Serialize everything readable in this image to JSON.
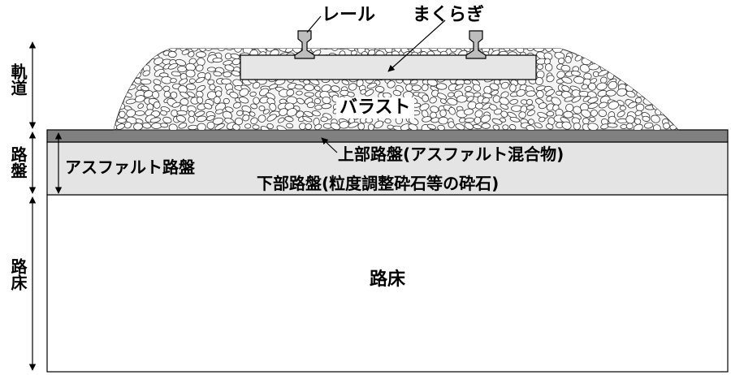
{
  "labels": {
    "rail": "レール",
    "sleeper": "まくらぎ",
    "ballast": "バラスト",
    "upper_roadbed": "上部路盤(アスファルト混合物)",
    "asphalt_roadbed": "アスファルト路盤",
    "lower_roadbed": "下部路盤(粒度調整砕石等の砕石)",
    "subgrade": "路床"
  },
  "side_labels": {
    "track": "軌道",
    "roadbed": "路盤",
    "subgrade": "路床"
  },
  "colors": {
    "sleeper": "#e6e6e6",
    "asphalt_layer": "#808080",
    "lower_layer": "#e4e4e4",
    "subgrade": "#ffffff",
    "stone_outline": "#333333"
  }
}
